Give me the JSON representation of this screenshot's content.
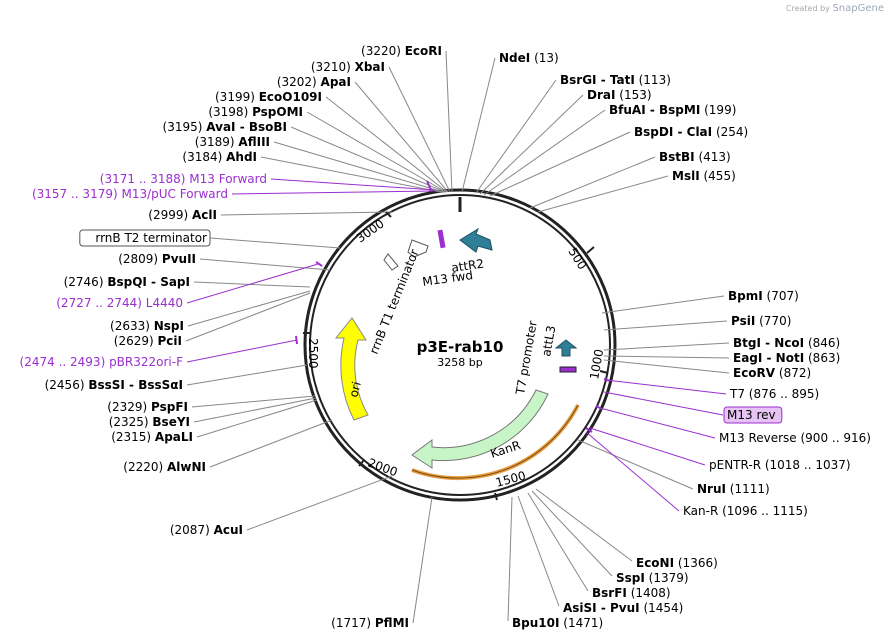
{
  "credit": {
    "prefix": "Created by",
    "brand": "SnapGene"
  },
  "plasmid": {
    "name": "p3E-rab10",
    "length_label": "3258 bp"
  },
  "ticks": [
    {
      "label": "500"
    },
    {
      "label": "1000"
    },
    {
      "label": "1500"
    },
    {
      "label": "2000"
    },
    {
      "label": "2500"
    },
    {
      "label": "3000"
    }
  ],
  "features": {
    "attR2": "attR2",
    "m13fwd": "M13 fwd",
    "rrnb_t1": "rrnB T1 terminator",
    "ori": "ori",
    "kanr": "KanR",
    "t7_promoter": "T7 promoter",
    "attL3": "attL3"
  },
  "enzymes_top": [
    {
      "pos": "(3220)",
      "name": "EcoRI"
    },
    {
      "pos": "(3210)",
      "name": "XbaI"
    },
    {
      "pos": "(3202)",
      "name": "ApaI"
    },
    {
      "pos": "(3199)",
      "name": "EcoO109I"
    },
    {
      "pos": "(3198)",
      "name": "PspOMI"
    },
    {
      "pos": "(3195)",
      "name": "AvaI - BsoBI"
    },
    {
      "pos": "(3189)",
      "name": "AflIII"
    },
    {
      "pos": "(3184)",
      "name": "AhdI"
    }
  ],
  "left_sites": [
    {
      "pos": "(3171 .. 3188)",
      "name": "M13 Forward",
      "kind": "primer"
    },
    {
      "pos": "(3157 .. 3179)",
      "name": "M13/pUC Forward",
      "kind": "primer"
    },
    {
      "pos": "(2999)",
      "name": "AclI",
      "kind": "enzyme"
    },
    {
      "pos": "",
      "name": "rrnB T2 terminator",
      "kind": "boxed"
    },
    {
      "pos": "(2809)",
      "name": "PvuII",
      "kind": "enzyme"
    },
    {
      "pos": "(2746)",
      "name": "BspQI - SapI",
      "kind": "enzyme"
    },
    {
      "pos": "(2727 .. 2744)",
      "name": "L4440",
      "kind": "primer"
    },
    {
      "pos": "(2633)",
      "name": "NspI",
      "kind": "enzyme"
    },
    {
      "pos": "(2629)",
      "name": "PciI",
      "kind": "enzyme"
    },
    {
      "pos": "(2474 .. 2493)",
      "name": "pBR322ori-F",
      "kind": "primer"
    },
    {
      "pos": "(2456)",
      "name": "BssSI - BssSαI",
      "kind": "enzyme"
    },
    {
      "pos": "(2329)",
      "name": "PspFI",
      "kind": "enzyme"
    },
    {
      "pos": "(2325)",
      "name": "BseYI",
      "kind": "enzyme"
    },
    {
      "pos": "(2315)",
      "name": "ApaLI",
      "kind": "enzyme"
    },
    {
      "pos": "(2220)",
      "name": "AlwNI",
      "kind": "enzyme"
    },
    {
      "pos": "(2087)",
      "name": "AcuI",
      "kind": "enzyme"
    },
    {
      "pos": "(1717)",
      "name": "PflMI",
      "kind": "enzyme"
    }
  ],
  "right_sites": [
    {
      "name": "NdeI",
      "pos": "(13)",
      "kind": "enzyme"
    },
    {
      "name": "BsrGI - TatI",
      "pos": "(113)",
      "kind": "enzyme"
    },
    {
      "name": "DraI",
      "pos": "(153)",
      "kind": "enzyme"
    },
    {
      "name": "BfuAI - BspMI",
      "pos": "(199)",
      "kind": "enzyme"
    },
    {
      "name": "BspDI - ClaI",
      "pos": "(254)",
      "kind": "enzyme"
    },
    {
      "name": "BstBI",
      "pos": "(413)",
      "kind": "enzyme"
    },
    {
      "name": "MslI",
      "pos": "(455)",
      "kind": "enzyme"
    },
    {
      "name": "BpmI",
      "pos": "(707)",
      "kind": "enzyme"
    },
    {
      "name": "PsiI",
      "pos": "(770)",
      "kind": "enzyme"
    },
    {
      "name": "BtgI - NcoI",
      "pos": "(846)",
      "kind": "enzyme"
    },
    {
      "name": "EagI - NotI",
      "pos": "(863)",
      "kind": "enzyme"
    },
    {
      "name": "EcoRV",
      "pos": "(872)",
      "kind": "enzyme"
    },
    {
      "name": "T7",
      "pos": "(876 .. 895)",
      "kind": "primer"
    },
    {
      "name": "M13 rev",
      "pos": "",
      "kind": "boxed"
    },
    {
      "name": "M13 Reverse",
      "pos": "(900 .. 916)",
      "kind": "primer"
    },
    {
      "name": "pENTR-R",
      "pos": "(1018 .. 1037)",
      "kind": "primer"
    },
    {
      "name": "NruI",
      "pos": "(1111)",
      "kind": "enzyme"
    },
    {
      "name": "Kan-R",
      "pos": "(1096 .. 1115)",
      "kind": "primer"
    }
  ],
  "bottom_sites": [
    {
      "name": "EcoNI",
      "pos": "(1366)"
    },
    {
      "name": "SspI",
      "pos": "(1379)"
    },
    {
      "name": "BsrFI",
      "pos": "(1408)"
    },
    {
      "name": "AsiSI - PvuI",
      "pos": "(1454)"
    },
    {
      "name": "Bpu10I",
      "pos": "(1471)"
    }
  ],
  "colors": {
    "backbone": "#222222",
    "primer": "#9b2fcf",
    "attR2": "#2f7f99",
    "ori": "#ffff00",
    "kanr": "#c8f5c8",
    "kanr_primer": "#e8a044"
  }
}
